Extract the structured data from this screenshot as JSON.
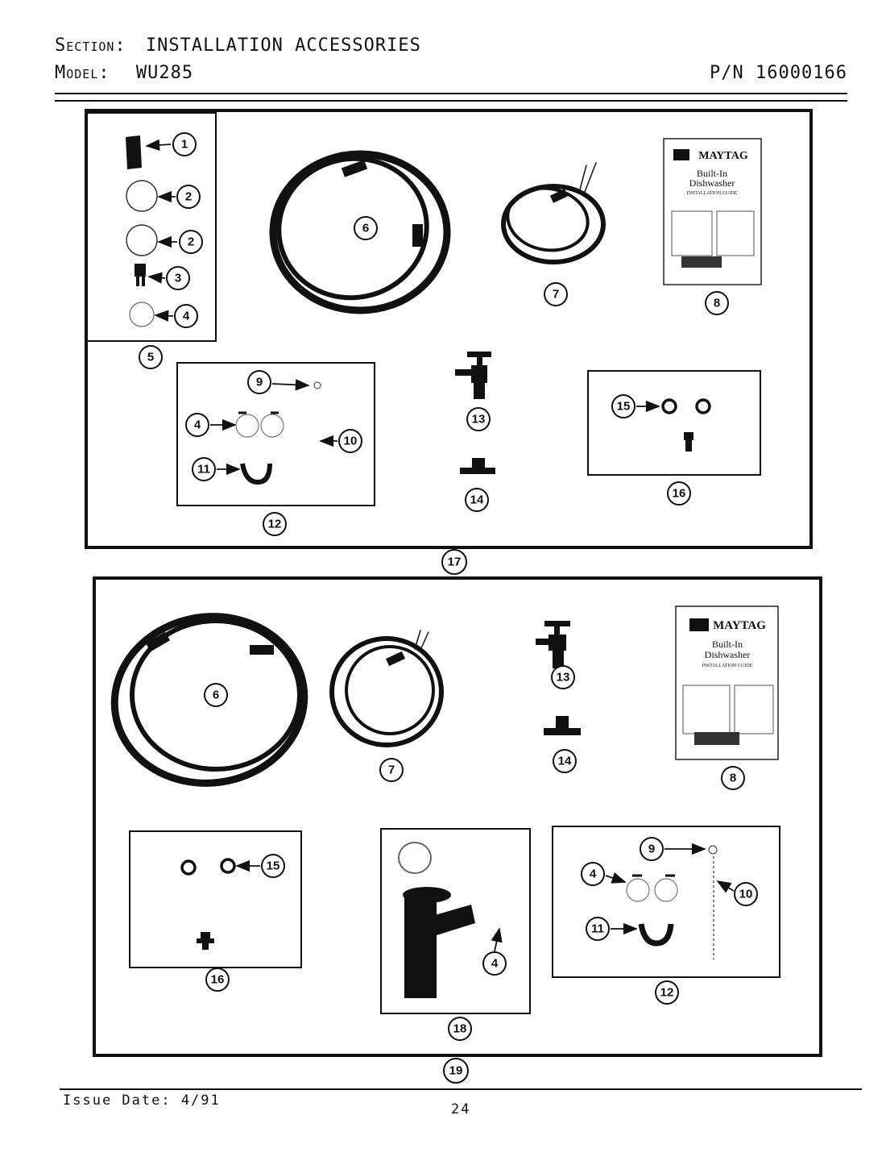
{
  "header": {
    "section_label": "Section:",
    "section_value": "INSTALLATION ACCESSORIES",
    "model_label": "Model:",
    "model_value": "WU285",
    "part_number": "P/N 16000166"
  },
  "footer": {
    "issue_date": "Issue Date: 4/91",
    "page_number": "24"
  },
  "manual": {
    "brand": "MAYTAG",
    "line1": "Built-In",
    "line2": "Dishwasher",
    "line3": "INSTALLATION GUIDE"
  },
  "callouts": {
    "c1": "1",
    "c2": "2",
    "c3": "3",
    "c4": "4",
    "c5": "5",
    "c6": "6",
    "c7": "7",
    "c8": "8",
    "c9": "9",
    "c10": "10",
    "c11": "11",
    "c12": "12",
    "c13": "13",
    "c14": "14",
    "c15": "15",
    "c16": "16",
    "c17": "17",
    "c18": "18",
    "c19": "19"
  },
  "colors": {
    "ink": "#111111",
    "paper": "#ffffff",
    "gray": "#888888"
  }
}
